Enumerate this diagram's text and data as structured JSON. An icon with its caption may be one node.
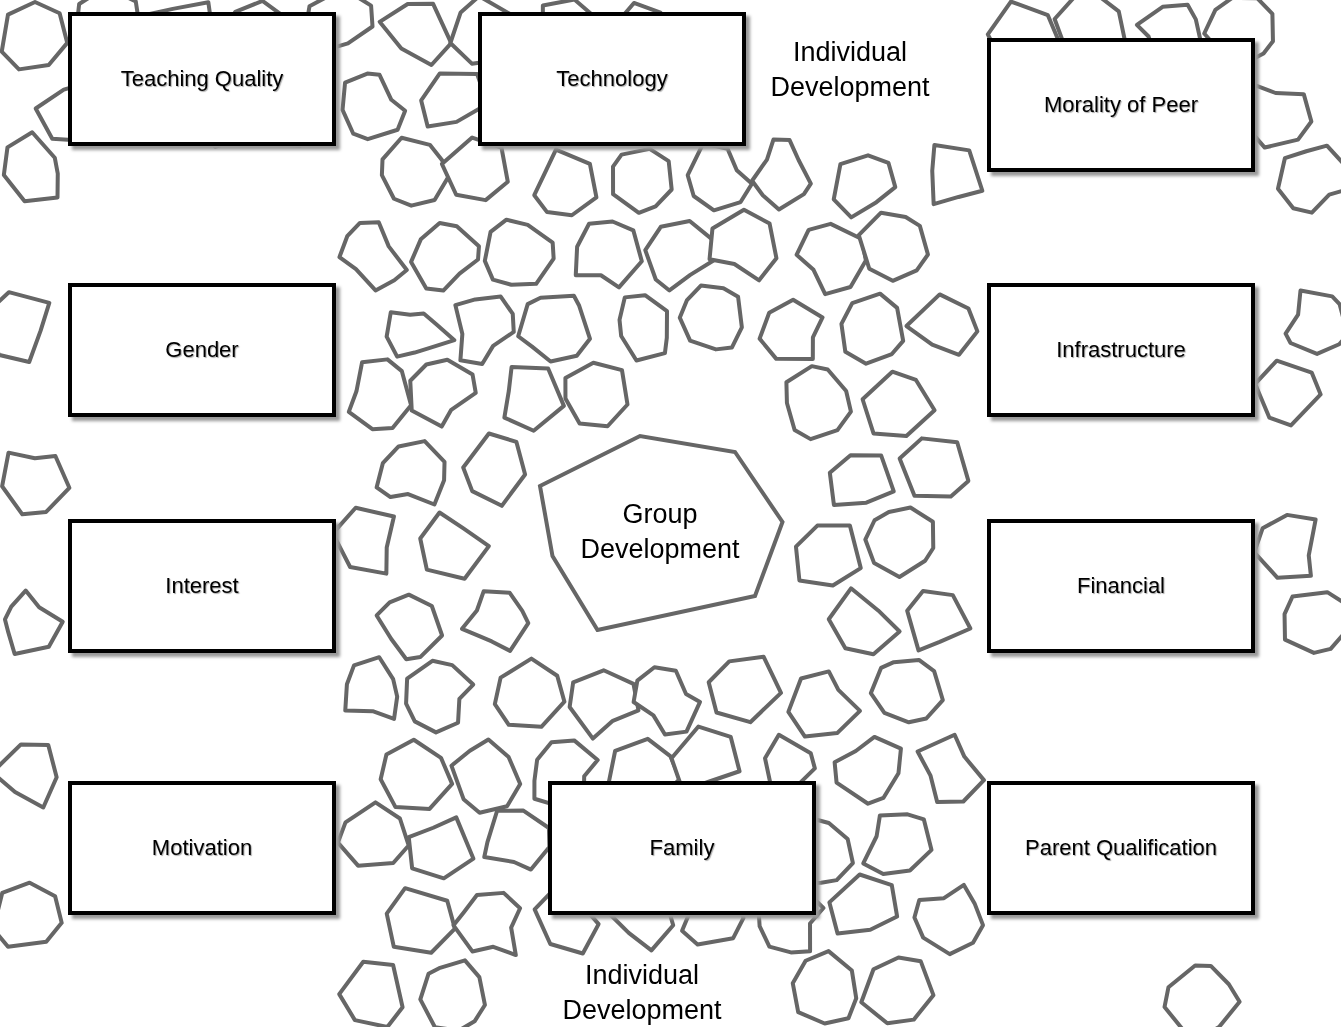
{
  "diagram": {
    "nodes": [
      {
        "text": [
          "Teaching Quality"
        ]
      },
      {
        "text": [
          "Technology"
        ]
      },
      {
        "text": [
          "Morality of Peer"
        ]
      },
      {
        "text": [
          "Gender"
        ]
      },
      {
        "text": [
          "Infrastructure"
        ]
      },
      {
        "text": [
          "Group Development"
        ]
      },
      {
        "text": [
          "Interest"
        ]
      },
      {
        "text": [
          "Financial"
        ]
      },
      {
        "text": [
          "Motivation"
        ]
      },
      {
        "text": [
          "Family"
        ]
      },
      {
        "text": [
          "Parent Qualification"
        ]
      }
    ],
    "labels": [
      "Individual Development",
      "Individual Development"
    ]
  }
}
